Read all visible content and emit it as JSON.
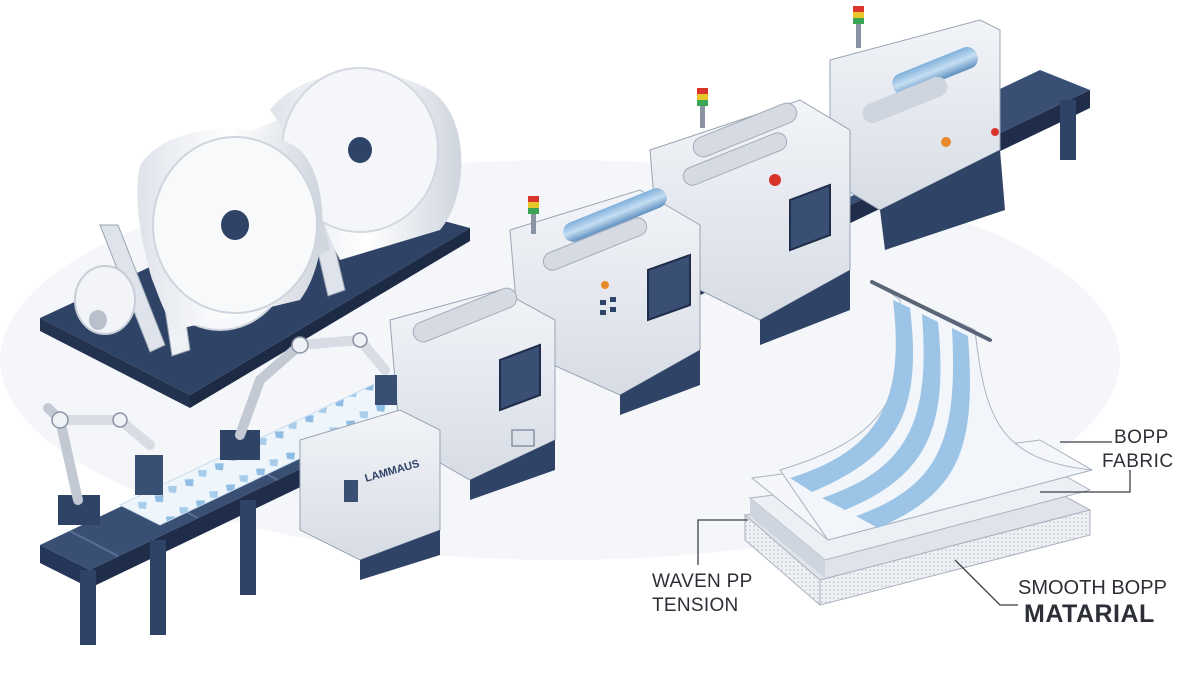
{
  "machine": {
    "brand_label": "LAMMAUS"
  },
  "labels": {
    "bopp": [
      "BOPP",
      "FABRIC"
    ],
    "waven": [
      "WAVEN PP",
      "TENSION"
    ],
    "smooth": [
      "SMOOTH BOPP",
      "MATARIAL"
    ]
  },
  "colors": {
    "machine_body": "#e6eaf1",
    "machine_dark": "#2f4366",
    "film_blue": "#9cc4e6",
    "roll_white": "#f1f3f7",
    "accent_red": "#d8342b",
    "accent_orange": "#e8892a"
  }
}
